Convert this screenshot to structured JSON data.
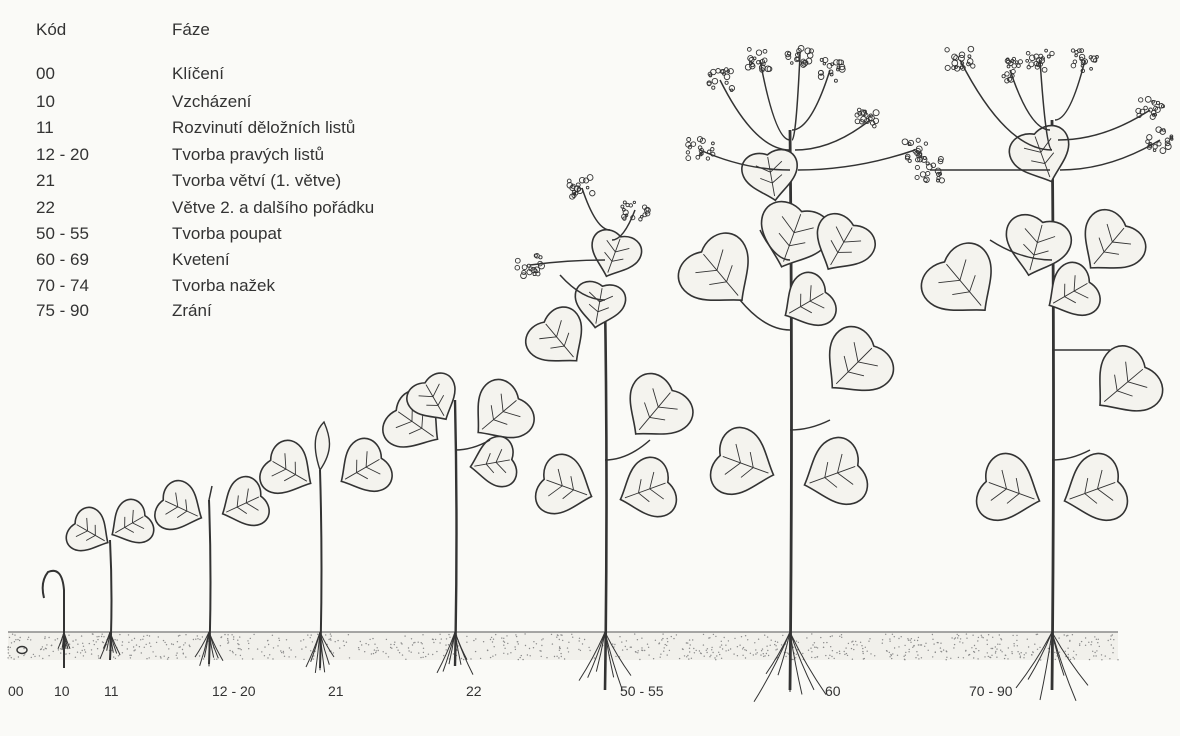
{
  "legend": {
    "header_code": "Kód",
    "header_phase": "Fáze",
    "rows": [
      {
        "code": "00",
        "phase": "Klíčení"
      },
      {
        "code": "10",
        "phase": "Vzcházení"
      },
      {
        "code": "11",
        "phase": "Rozvinutí děložních listů"
      },
      {
        "code": "12 - 20",
        "phase": "Tvorba pravých listů"
      },
      {
        "code": "21",
        "phase": "Tvorba větví (1. větve)"
      },
      {
        "code": "22",
        "phase": "Větve 2. a dalšího pořádku"
      },
      {
        "code": "50 - 55",
        "phase": "Tvorba poupat"
      },
      {
        "code": "60 - 69",
        "phase": "Kvetení"
      },
      {
        "code": "70 - 74",
        "phase": "Tvorba nažek"
      },
      {
        "code": "75 - 90",
        "phase": "Zrání"
      }
    ]
  },
  "stages": [
    "00",
    "10",
    "11",
    "12 - 20",
    "21",
    "22",
    "50 - 55",
    "60",
    "70 - 90"
  ],
  "colors": {
    "ink": "#333333",
    "soil": "#8a8a8a",
    "background": "#fafaf7",
    "leaf": "#f4f3ee"
  }
}
